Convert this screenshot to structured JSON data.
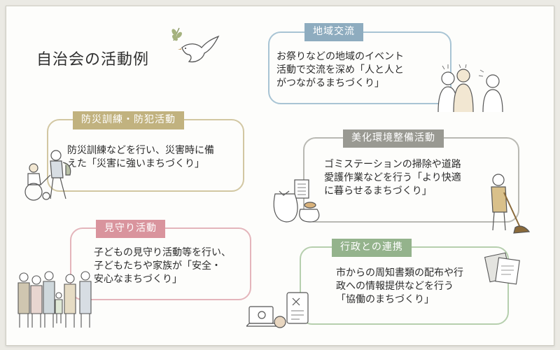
{
  "page_title": "自治会の活動例",
  "cards": {
    "local": {
      "tag": "地域交流",
      "text": "お祭りなどの地域のイベント\n活動で交流を深め「人と人と\nがつながるまちづくり」"
    },
    "disaster": {
      "tag": "防災訓練・防犯活動",
      "text": "防災訓練などを行い、災害時に備\nえた「災害に強いまちづくり」"
    },
    "beauty": {
      "tag": "美化環境整備活動",
      "text": "ゴミステーションの掃除や道路\n愛護作業などを行う「より快適\nに暮らせるまちづくり」"
    },
    "watch": {
      "tag": "見守り活動",
      "text": "子どもの見守り活動等を行い、\n子どもたちや家族が「安全・\n安心なまちづくり」"
    },
    "gov": {
      "tag": "行政との連携",
      "text": "市からの周知書類の配布や行\n政への情報提供などを行う\n「協働のまちづくり」"
    }
  },
  "colors": {
    "local": "#8eacbf",
    "disaster": "#c1b27f",
    "beauty": "#999992",
    "watch": "#d9949d",
    "gov": "#94b38c"
  },
  "icons": [
    "dove-icon",
    "people-talking-icon",
    "wheelchair-helper-icon",
    "garbage-bags-icon",
    "sweeping-person-icon",
    "family-group-icon",
    "documents-laptop-icon"
  ]
}
